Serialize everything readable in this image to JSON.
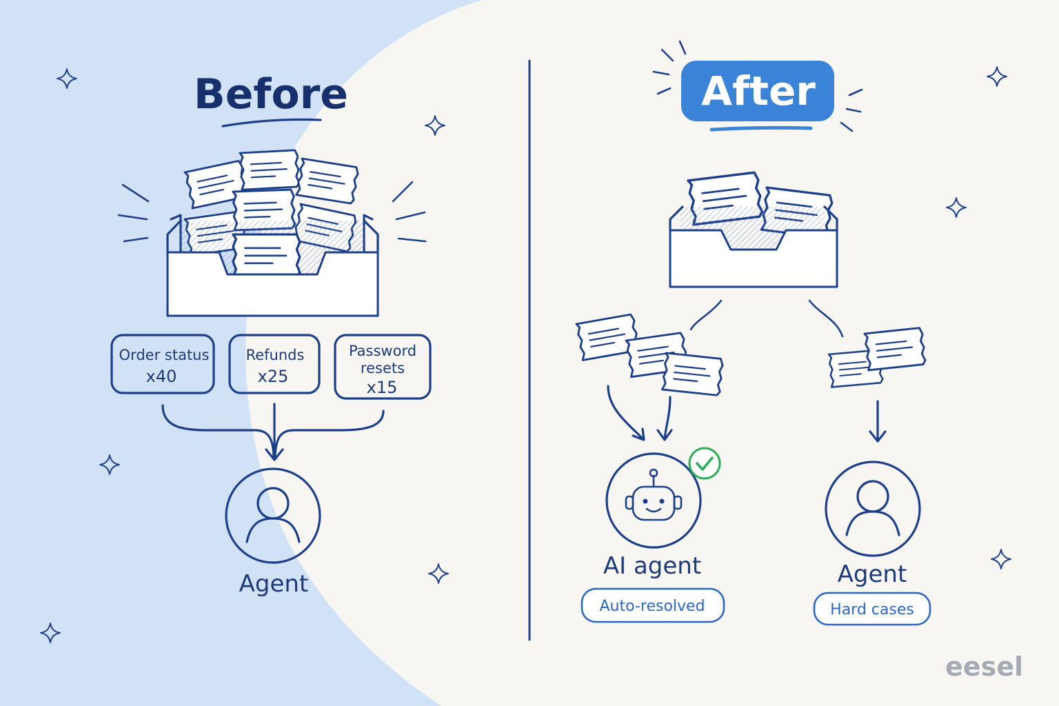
{
  "before": {
    "title": "Before",
    "categories": [
      {
        "label": [
          "Order status"
        ],
        "count": "x40"
      },
      {
        "label": [
          "Refunds"
        ],
        "count": "x25"
      },
      {
        "label": [
          "Password",
          "resets"
        ],
        "count": "x15"
      }
    ],
    "agent_label": "Agent"
  },
  "after": {
    "title": "After",
    "ai_agent_label": "AI agent",
    "ai_badge": "Auto-resolved",
    "agent_label": "Agent",
    "agent_badge": "Hard cases"
  },
  "logo": "eesel",
  "colors": {
    "ink": "#1d3f8a",
    "accent": "#3b82d9",
    "check": "#2fae5a",
    "background": "#f7f6f2",
    "swoosh": "#d2e2f6"
  }
}
